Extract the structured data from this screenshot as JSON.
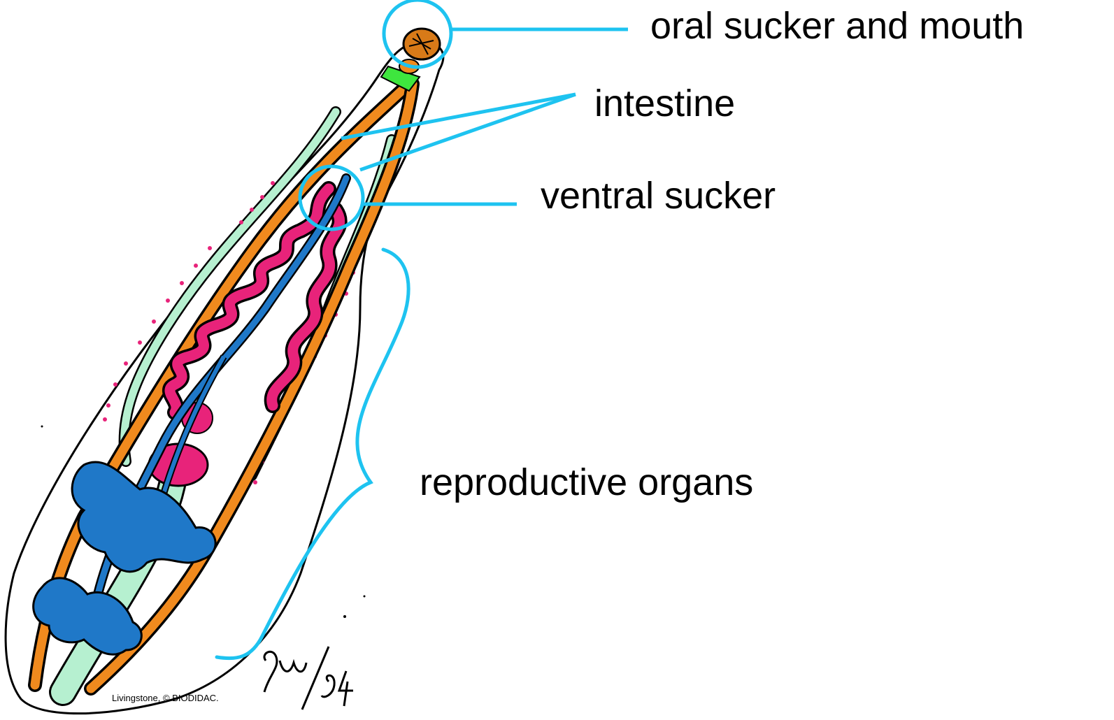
{
  "labels": {
    "oral_sucker": "oral sucker and mouth",
    "intestine": "intestine",
    "ventral_sucker": "ventral sucker",
    "reproductive": "reproductive organs"
  },
  "credit": "Livingstone, © BIODIDAC.",
  "signature": "9w/94",
  "colors": {
    "callout": "#1ec3f0",
    "intestine": "#f08a1e",
    "uterus": "#e8237a",
    "testes": "#1f78c8",
    "vitelline": "#b6f0d0",
    "vitelline_dots": "#e8237a",
    "pharynx": "#3ee63e",
    "outline": "#000000"
  },
  "icons": {
    "signature": "handwritten-signature"
  }
}
